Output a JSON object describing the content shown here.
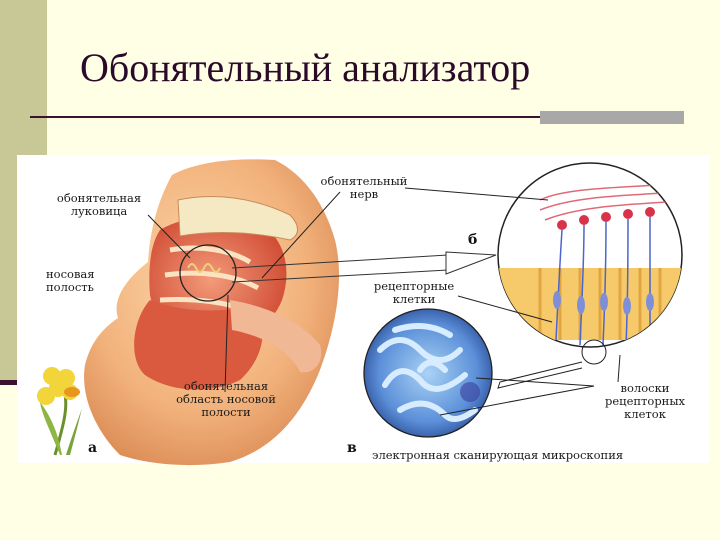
{
  "slide": {
    "title": "Обонятельный анализатор"
  },
  "figure": {
    "labels": {
      "bulb": "обонятельная\nлуковица",
      "nasal_cavity": "носовая\nполость",
      "nerve": "обонятельный\nнерв",
      "olfactory_area": "обонятельная\nобласть носовой\nполости",
      "receptor_cells": "рецепторные\nклетки",
      "receptor_hairs": "волоски\nрецепторных\nклеток",
      "microscopy": "электронная сканирующая микроскопия"
    },
    "panel_letters": {
      "a": "а",
      "b": "б",
      "v": "в"
    }
  },
  "colors": {
    "background": "#ffffe5",
    "sidebar": "#c8c896",
    "title_text": "#2a0a28",
    "skin": "#f1b27e",
    "tissue": "#e2634a",
    "bone": "#f5e9c4",
    "cell_blue": "#4a66c8",
    "micro_blue": "#5b8fd8"
  }
}
